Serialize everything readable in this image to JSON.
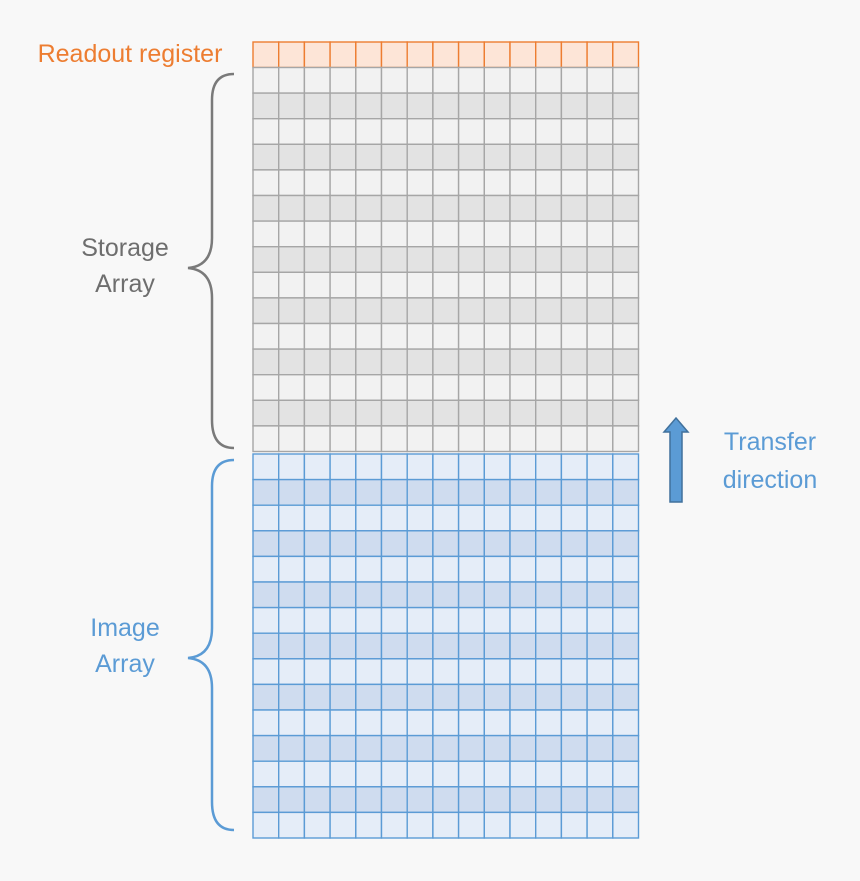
{
  "labels": {
    "readout": "Readout register",
    "storage_line1": "Storage",
    "storage_line2": "Array",
    "image_line1": "Image",
    "image_line2": "Array",
    "transfer_line1": "Transfer",
    "transfer_line2": "direction"
  },
  "grid": {
    "columns": 15,
    "readout_rows": 1,
    "storage_rows": 15,
    "image_rows": 15
  },
  "colors": {
    "readout_text": "#ed7d31",
    "readout_fill": "#fde5d7",
    "readout_stroke": "#ed7d31",
    "storage_text": "#6e6e6e",
    "storage_fill_light": "#f2f2f2",
    "storage_fill_dark": "#e3e3e3",
    "storage_stroke": "#a6a6a6",
    "image_text": "#5b9bd5",
    "image_fill_light": "#e5edf8",
    "image_fill_dark": "#cfdcef",
    "image_stroke": "#5b9bd5",
    "arrow_fill": "#5b9bd5",
    "arrow_stroke": "#41719c"
  },
  "icons": {
    "transfer": "up-arrow-icon"
  }
}
